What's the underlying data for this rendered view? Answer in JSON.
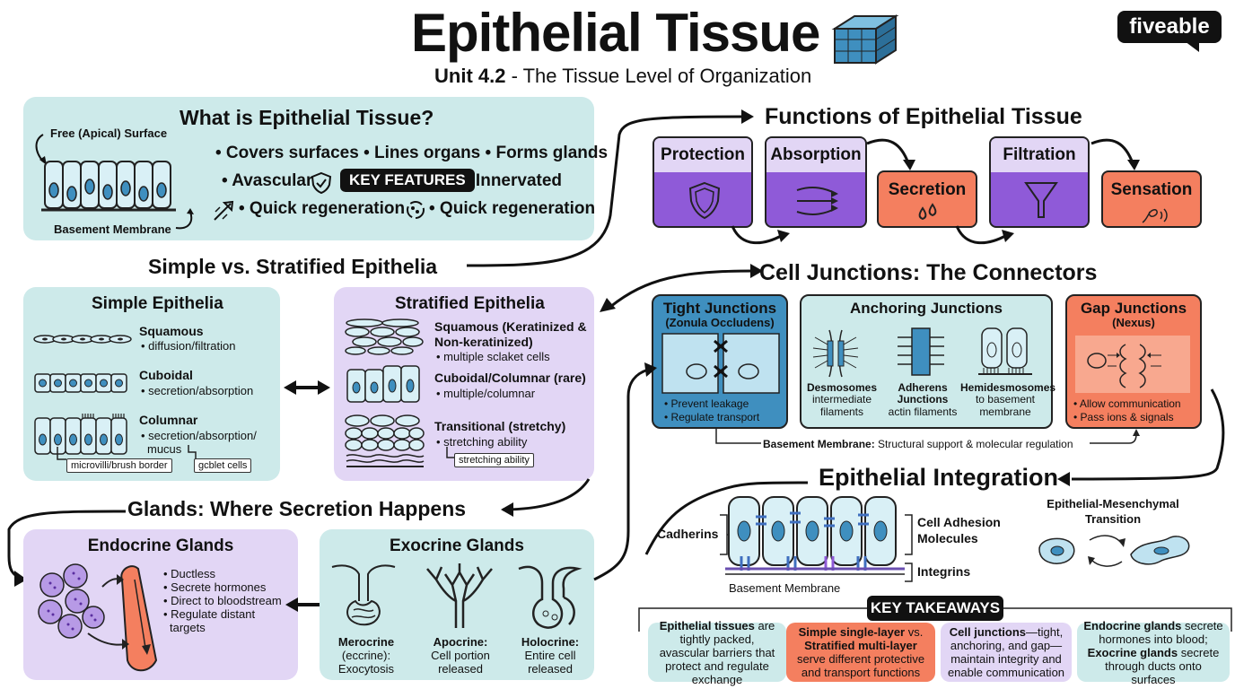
{
  "header": {
    "title": "Epithelial Tissue",
    "subtitle_unit": "Unit 4.2",
    "subtitle_rest": " - The Tissue Level of Organization",
    "logo": "fiveable"
  },
  "what_is": {
    "title": "What is Epithelial Tissue?",
    "free_surface": "Free (Apical) Surface",
    "basement": "Basement Membrane",
    "line1": "• Covers surfaces • Lines organs • Forms glands",
    "avascular": "• Avascular",
    "key_features": "KEY FEATURES",
    "innervated": "• Innervated",
    "regen1": "• Quick regeneration",
    "regen2": "• Quick regeneration"
  },
  "functions": {
    "title": "Functions of Epithelial Tissue",
    "items": [
      "Protection",
      "Absorption",
      "Secretion",
      "Filtration",
      "Sensation"
    ]
  },
  "simple_vs": {
    "title": "Simple vs. Stratified Epithelia"
  },
  "simple": {
    "title": "Simple Epithelia",
    "squamous": "Squamous",
    "squamous_desc": "• diffusion/filtration",
    "cuboidal": "Cuboidal",
    "cuboidal_desc": "• secretion/absorption",
    "columnar": "Columnar",
    "columnar_desc1": "• secretion/absorption/",
    "columnar_desc2": "mucus",
    "chip1": "microvilli/brush border",
    "chip2": "gcblet cells"
  },
  "stratified": {
    "title": "Stratified Epithelia",
    "squamous1": "Squamous (Keratinized &",
    "squamous2": "Non-keratinized)",
    "squamous_desc": "• multiple sclaket cells",
    "cuboidal": "Cuboidal/Columnar (rare)",
    "cuboidal_desc": "• multiple/columnar",
    "transitional": "Transitional (stretchy)",
    "transitional_desc": "• stretching ability",
    "chip": "stretching ability"
  },
  "junctions": {
    "title": "Cell Junctions: The Connectors",
    "tight_title": "Tight Junctions",
    "tight_sub": "(Zonula Occludens)",
    "tight_b1": "• Prevent leakage",
    "tight_b2": "• Regulate transport",
    "anchoring_title": "Anchoring Junctions",
    "desmo": "Desmosomes",
    "desmo_sub1": "intermediate",
    "desmo_sub2": "filaments",
    "adherens1": "Adherens",
    "adherens2": "Junctions",
    "adherens_sub": "actin filaments",
    "hemi": "Hemidesmosomes",
    "hemi_sub1": "to basement",
    "hemi_sub2": "membrane",
    "gap_title": "Gap Junctions",
    "gap_sub": "(Nexus)",
    "gap_b1": "• Allow communication",
    "gap_b2": "• Pass ions & signals",
    "basement_bold": "Basement Membrane:",
    "basement_rest": " Structural support & molecular regulation"
  },
  "glands": {
    "title": "Glands: Where Secretion Happens",
    "endocrine_title": "Endocrine Glands",
    "endo_bullets": [
      "• Ductless",
      "• Secrete hormones",
      "• Direct to bloodstream",
      "• Regulate distant",
      "targets"
    ],
    "exocrine_title": "Exocrine Glands",
    "merocrine": "Merocrine",
    "merocrine2": "(eccrine):",
    "merocrine3": "Exocytosis",
    "apocrine": "Apocrine:",
    "apocrine2": "Cell portion",
    "apocrine3": "released",
    "holocrine": "Holocrine:",
    "holocrine2": "Entire cell",
    "holocrine3": "released"
  },
  "integration": {
    "title": "Epithelial Integration",
    "cadherins": "Cadherins",
    "cam1": "Cell Adhesion",
    "cam2": "Molecules",
    "integrins": "Integrins",
    "basement": "Basement Membrane",
    "emt1": "Epithelial-Mesenchymal",
    "emt2": "Transition"
  },
  "takeaways": {
    "title": "KEY TAKEAWAYS",
    "t1_bold": "Epithelial tissues",
    "t1_rest": " are tightly packed, avascular barriers that protect and regulate exchange",
    "t2_bold1": "Simple single-layer",
    "t2_mid": " vs. ",
    "t2_bold2": "Stratified multi-layer",
    "t2_rest": " serve different protective and transport functions",
    "t3_bold": "Cell junctions",
    "t3_rest": "—tight, anchoring, and gap—maintain integrity and enable communication",
    "t4_bold1": "Endocrine glands",
    "t4_mid": " secrete hormones into blood; ",
    "t4_bold2": "Exocrine glands",
    "t4_rest": " secrete through ducts onto surfaces"
  },
  "colors": {
    "teal": "#cdeaea",
    "lavender": "#e2d6f5",
    "purple": "#8f5ad8",
    "coral": "#f47f5f",
    "blue": "#3f8fbf"
  }
}
